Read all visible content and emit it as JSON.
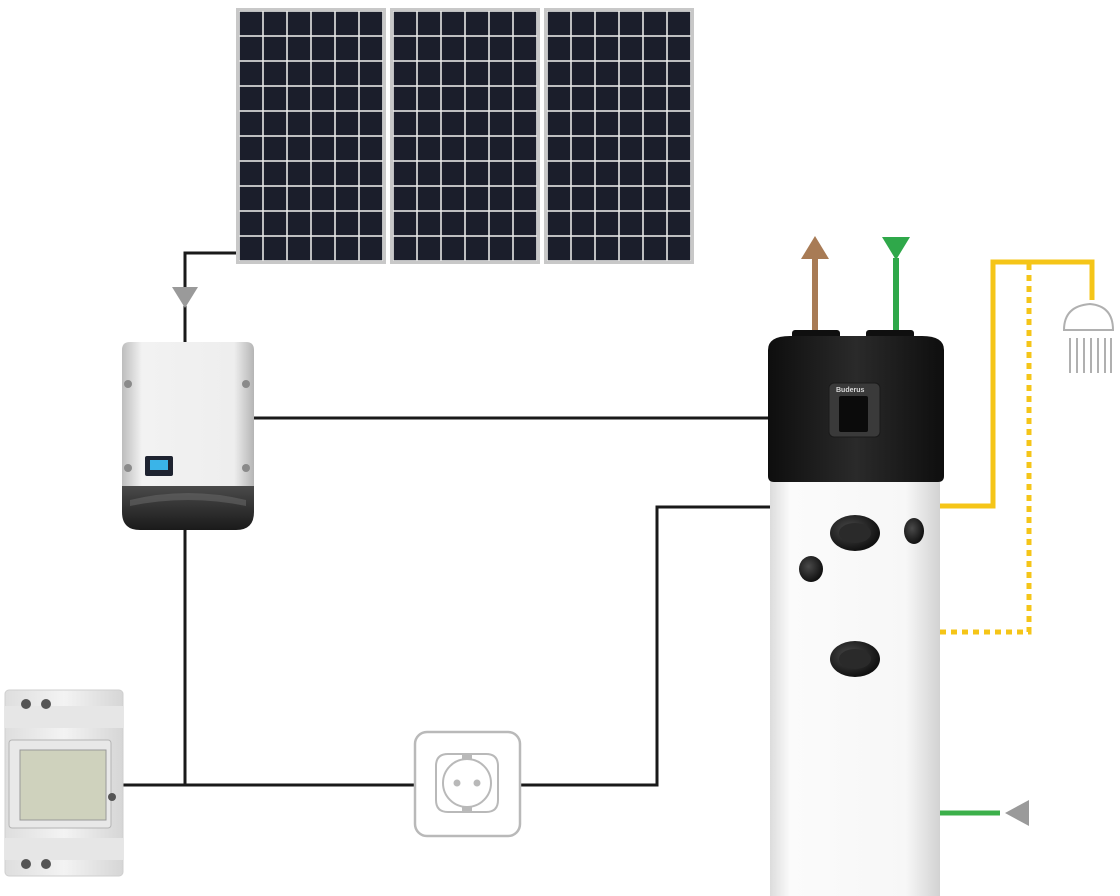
{
  "diagram": {
    "brand_label": "Buderus",
    "colors": {
      "background": "#ffffff",
      "wire": "#1a1a1a",
      "panel_frame": "#c8c8c8",
      "panel_cell": "#1b1e2b",
      "hot_water_pipe": "#f5c518",
      "cold_water_pipe": "#3cb04a",
      "exhaust_air": "#a87b55",
      "supply_air": "#2fa84a",
      "flow_arrow_grey": "#9a9a9a",
      "tank_top": "#1c1c1c",
      "tank_body": "#f4f4f4"
    },
    "components": [
      {
        "id": "solar-panels",
        "icon": "solar-panel-array",
        "panel_count": 3
      },
      {
        "id": "inverter",
        "icon": "pv-inverter"
      },
      {
        "id": "energy-meter",
        "icon": "din-rail-meter"
      },
      {
        "id": "wall-socket",
        "icon": "schuko-socket"
      },
      {
        "id": "heat-pump-water-heater",
        "icon": "heat-pump-tank"
      },
      {
        "id": "shower",
        "icon": "shower-head-icon"
      }
    ]
  }
}
